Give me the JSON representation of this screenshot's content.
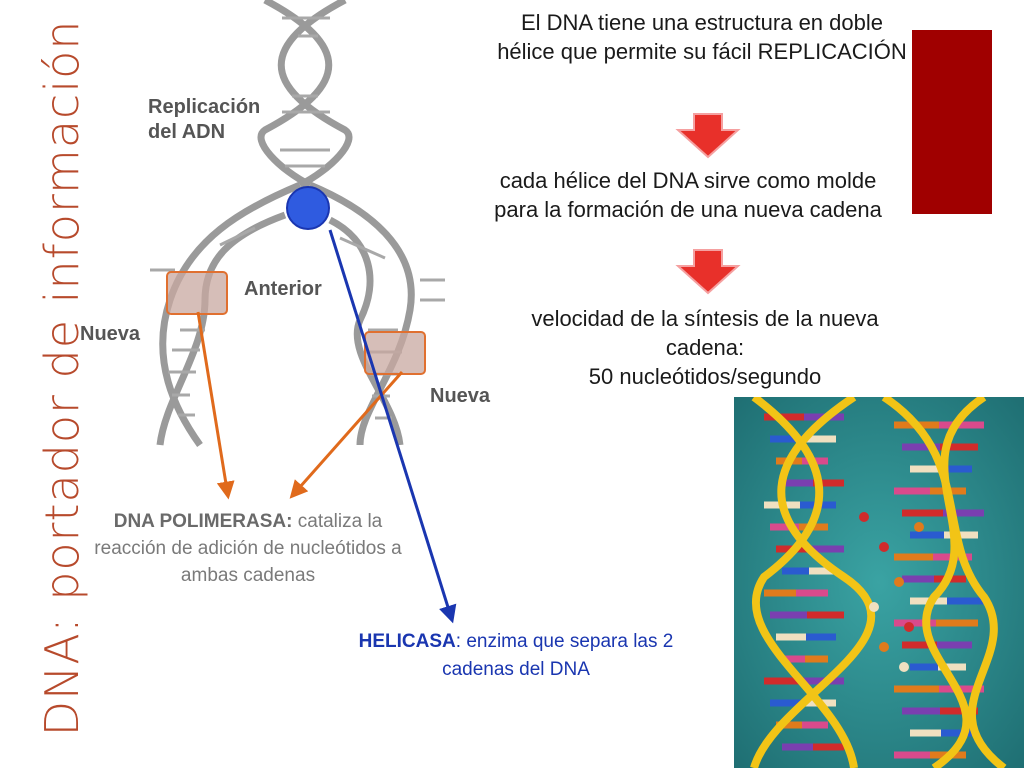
{
  "slide": {
    "vertical_title": "DNA: portador de información",
    "step1": "El DNA tiene una estructura en doble hélice que permite su fácil REPLICACIÓN",
    "step2": "cada hélice del DNA sirve como molde para la formación de una nueva cadena",
    "step3_line1": "velocidad de la síntesis de la nueva cadena:",
    "step3_line2": "50 nucleótidos/segundo"
  },
  "diagram": {
    "title_line1": "Replicación",
    "title_line2": "del ADN",
    "label_anterior": "Anterior",
    "label_nueva_left": "Nueva",
    "label_nueva_right": "Nueva"
  },
  "annotations": {
    "polimerasa_name": "DNA POLIMERASA:",
    "polimerasa_desc": " cataliza la reacción de adición de nucleótidos a ambas cadenas",
    "helicasa_name": "HELICASA",
    "helicasa_desc": ": enzima que separa las 2 cadenas del DNA"
  },
  "colors": {
    "title": "#b74a2c",
    "red_box": "#a00000",
    "down_arrows": "#e8302a",
    "helicasa": "#1a36b0",
    "polimerasa_arrows": "#e06a1c",
    "photo_background": "#2e8a8a",
    "helix_backbone": "#f2c416"
  }
}
